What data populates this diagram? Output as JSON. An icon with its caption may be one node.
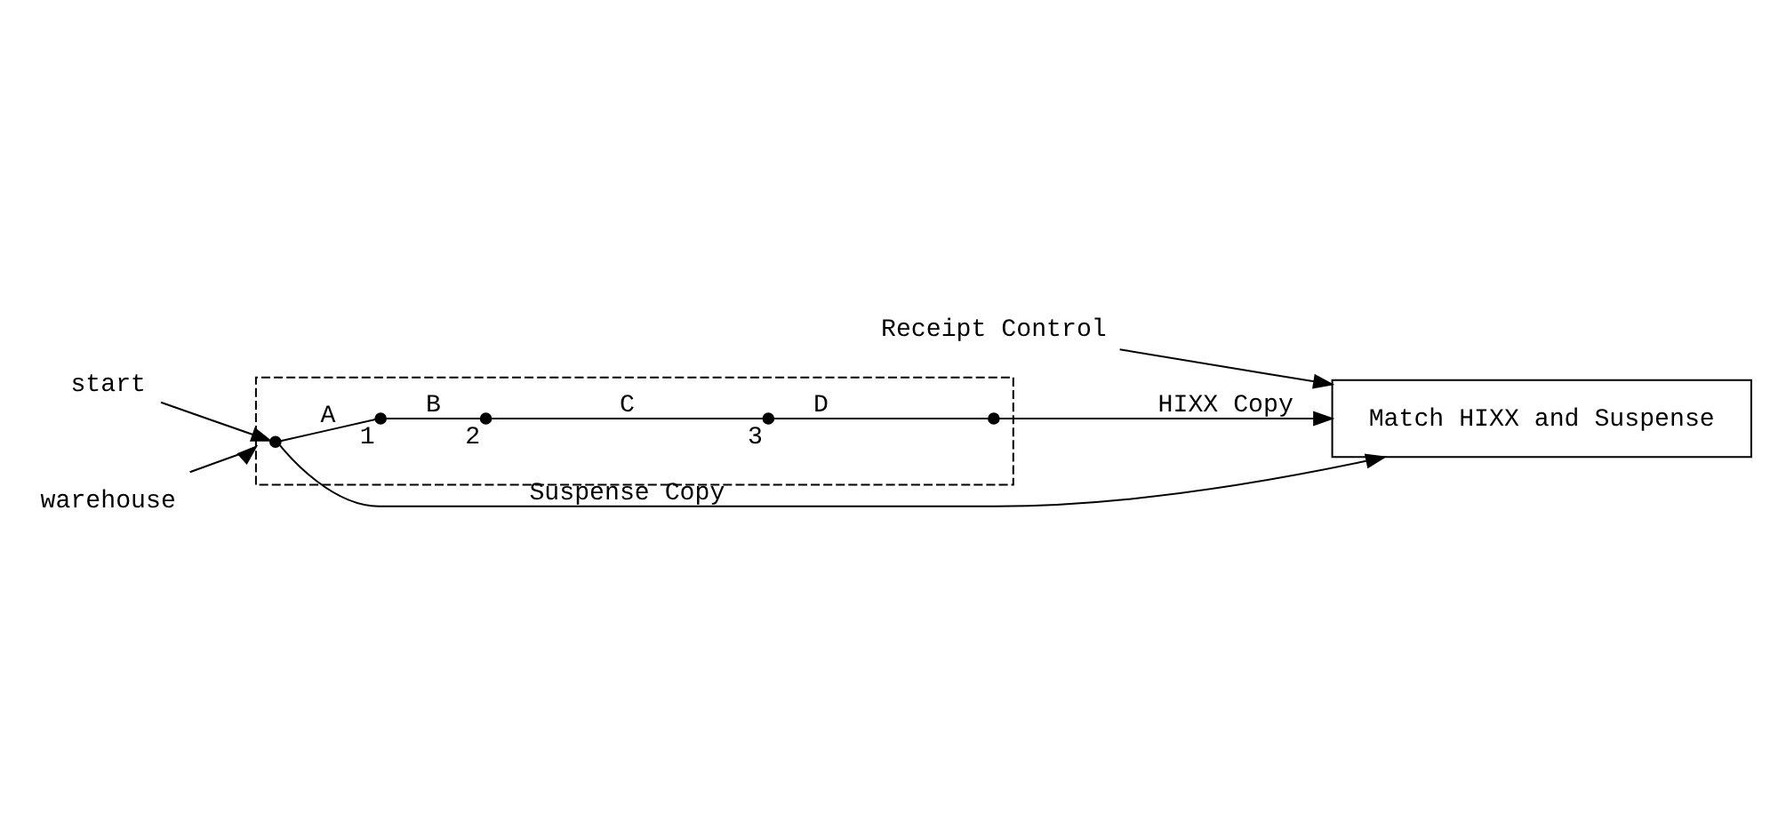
{
  "diagram": {
    "nodes": [
      {
        "text": [],
        "shape": "box"
      },
      {
        "text": [],
        "shape": "dot",
        "in": 0
      },
      {
        "text": [],
        "shape": "dot",
        "in": 0,
        "beside": [
          "1"
        ]
      },
      {
        "text": [],
        "shape": "dot",
        "in": 0,
        "beside": [
          "2"
        ]
      },
      {
        "text": [],
        "shape": "dot",
        "in": 0,
        "beside": [
          "3"
        ]
      },
      {
        "text": [],
        "shape": "dot",
        "in": 0
      },
      {
        "text": [
          "start"
        ]
      },
      {
        "text": [
          "warehouse"
        ]
      },
      {
        "text": [
          "Match HIXX and Suspense"
        ]
      },
      {
        "text": [
          "Receipt Control"
        ]
      }
    ],
    "edges": [
      {
        "from": 6,
        "to": 1,
        "arrow": "to"
      },
      {
        "from": 1,
        "to": 2,
        "arrow": "none",
        "label": "A"
      },
      {
        "from": 2,
        "to": 3,
        "arrow": "none",
        "label": "B"
      },
      {
        "from": 3,
        "to": 4,
        "arrow": "none",
        "label": "C"
      },
      {
        "from": 4,
        "to": 5,
        "arrow": "none",
        "label": "D"
      },
      {
        "from": 1,
        "to": 8,
        "arrow": "to",
        "label": "Suspense Copy"
      },
      {
        "from": 5,
        "to": 8,
        "arrow": "to",
        "label": "HIXX Copy"
      },
      {
        "from": 7,
        "to": 0,
        "arrow": "to"
      },
      {
        "from": 9,
        "to": 8,
        "arrow": "to"
      }
    ]
  }
}
